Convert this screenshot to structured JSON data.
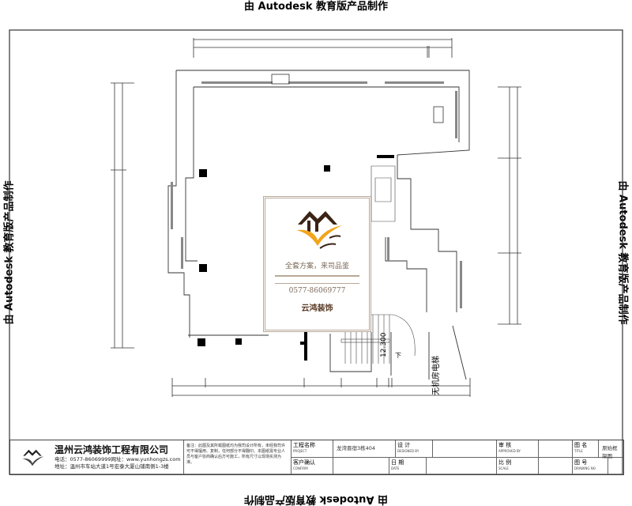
{
  "watermark": "由 Autodesk 教育版产品制作",
  "promo": {
    "slogan": "全套方案，来司品鉴",
    "phone": "0577-86069777",
    "brand": "云鸿装饰",
    "logo_colors": {
      "house": "#3a2416",
      "check": "#f2a41a"
    }
  },
  "plan": {
    "elevator_label": "无机房电梯",
    "level_mark": "12.300",
    "stair_down": "下"
  },
  "title_block": {
    "company": "温州云鸿装饰工程有限公司",
    "contact": "电话：0577-86069999网址：www.yunhongzs.com",
    "address": "地址：温州市车站大道1号宏泰大厦山铺南侧1-3楼",
    "notes": "备注：此图及其所载图纸均为我司设计所有，未经我司许可不得擅用、复制，任何部分不得翻印。本图纸需专业人员与客户协商确认后方可施工，所有尺寸以现场实测为准。",
    "project_label": "工程名称",
    "project_label_en": "PROJECT",
    "project_value": "龙湾晋宿3栋404",
    "confirm_label": "客户确认",
    "confirm_label_en": "CONFIRM",
    "designer_label": "设 计",
    "designer_label_en": "DESIGNED BY",
    "date_label": "日 期",
    "date_label_en": "DATE",
    "approver_label": "审 核",
    "approver_label_en": "APPROVED BY",
    "scale_label": "比 例",
    "scale_label_en": "SCALE",
    "title_label": "图 名",
    "title_label_en": "TITLE",
    "title_value": "原始框架图",
    "drawing_no_label": "图 号",
    "drawing_no_label_en": "DRAWING NO"
  }
}
